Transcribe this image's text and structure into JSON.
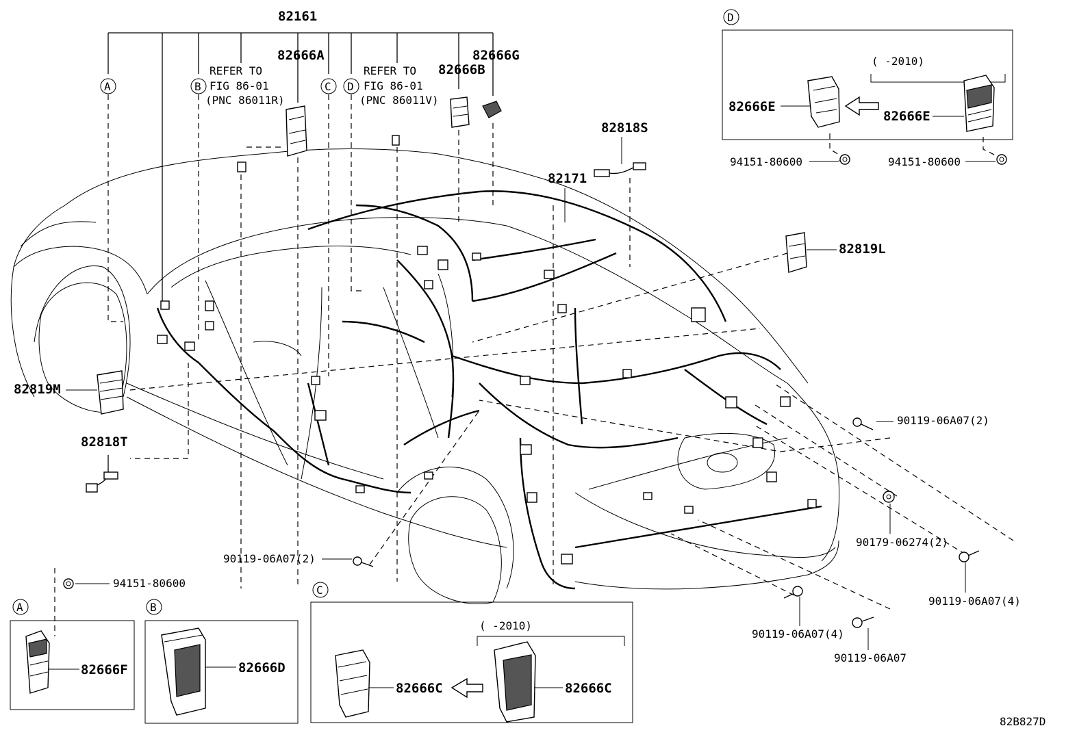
{
  "labels": {
    "p82161": "82161",
    "p82666A": "82666A",
    "p82666G": "82666G",
    "p82666B": "82666B",
    "p82818S": "82818S",
    "p82171": "82171",
    "p82819L": "82819L",
    "p82819M": "82819M",
    "p82818T": "82818T",
    "p82666E_left": "82666E",
    "p82666E_right": "82666E",
    "p82666F": "82666F",
    "p82666D": "82666D",
    "p82666C_left": "82666C",
    "p82666C_right": "82666C",
    "b94151_d1": "94151-80600",
    "b94151_d2": "94151-80600",
    "b94151_a": "94151-80600",
    "b90119_r1": "90119-06A07(2)",
    "n90179": "90179-06274(2)",
    "b90119_r2": "90119-06A07(4)",
    "b90119_c1": "90119-06A07(4)",
    "b90119_c2": "90119-06A07",
    "b90119_left": "90119-06A07(2)",
    "diagram_id": "82B827D"
  },
  "refer_notes": {
    "refer1_line1": "REFER TO",
    "refer1_line2": "FIG 86-01",
    "refer1_line3": "(PNC 86011R)",
    "refer2_line1": "REFER TO",
    "refer2_line2": "FIG 86-01",
    "refer2_line3": "(PNC 86011V)"
  },
  "callouts": {
    "A": "A",
    "B": "B",
    "C": "C",
    "D": "D"
  },
  "year_notes": {
    "d_year": "(   -2010)",
    "c_year": "(   -2010)"
  },
  "icons": [
    "left-arrow-icon",
    "left-arrow-icon"
  ]
}
